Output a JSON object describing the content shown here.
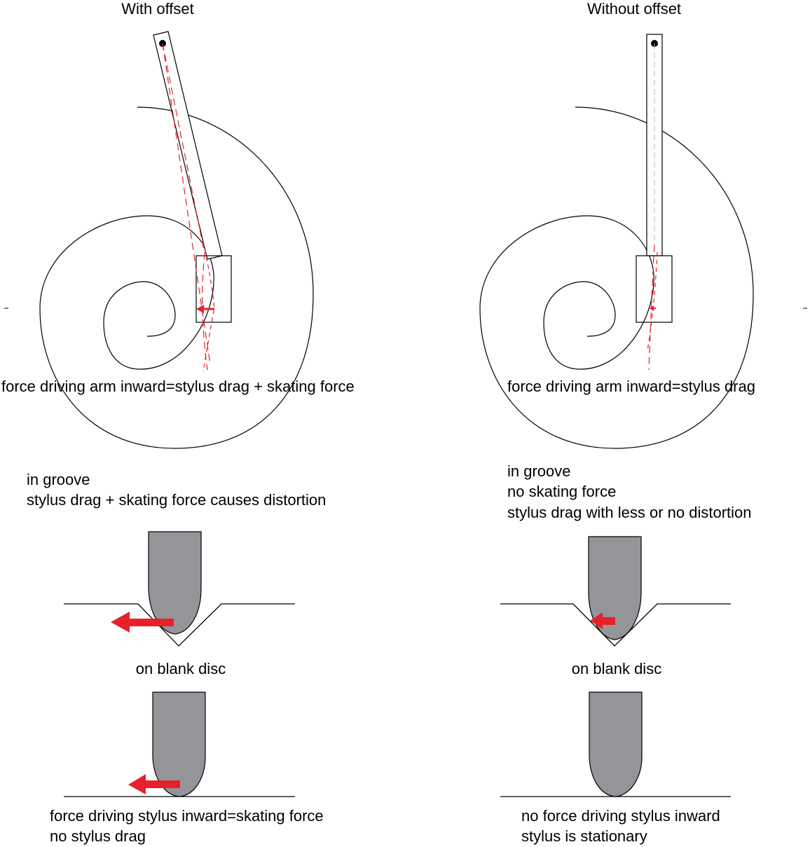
{
  "left_panel": {
    "title": "With offset",
    "arm_caption": "force driving arm inward=stylus drag + skating force",
    "groove_lines": [
      "in groove",
      "stylus drag + skating force causes distortion"
    ],
    "blank_heading": "on blank disc",
    "blank_lines": [
      "force driving stylus inward=skating force",
      "no stylus drag"
    ]
  },
  "right_panel": {
    "title": "Without offset",
    "arm_caption": "force driving arm inward=stylus drag",
    "groove_lines": [
      "in groove",
      "no skating force",
      "stylus drag with less or no distortion"
    ],
    "blank_heading": "on blank disc",
    "blank_lines": [
      "no force driving stylus inward",
      "stylus is stationary"
    ]
  },
  "colors": {
    "force_arrow": "#e8202a",
    "stylus_fill": "#939598",
    "line": "#000000"
  }
}
